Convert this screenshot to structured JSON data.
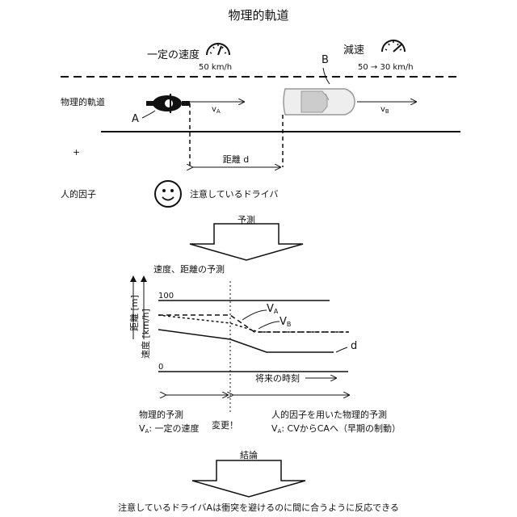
{
  "title": "物理的軌道",
  "scene": {
    "speed_a_label": "一定の速度",
    "speed_a_value": "50 km/h",
    "speed_b_label": "減速",
    "speed_b_value": "50 → 30 km/h",
    "vehicle_a_label": "A",
    "vehicle_b_label": "B",
    "row_label": "物理的軌道",
    "va_label": "v",
    "va_sub": "A",
    "vb_label": "v",
    "vb_sub": "B",
    "distance_label": "距離 d",
    "plus": "+",
    "human_factor_label": "人的因子",
    "driver_label": "注意しているドライバ"
  },
  "prediction_label": "予測",
  "chart": {
    "title": "速度、距離の予測",
    "ylabel_distance": "距離 [m]",
    "ylabel_speed": "速度 [km/h]",
    "tick_100": "100",
    "tick_0": "0",
    "xlabel": "将来の時刻",
    "series_va": "V",
    "series_va_sub": "A",
    "series_vb": "V",
    "series_vb_sub": "B",
    "series_d": "d",
    "left_caption_1": "物理的予測",
    "left_caption_2_prefix": "V",
    "left_caption_2_sub": "A",
    "left_caption_2_suffix": ": 一定の速度",
    "center_caption": "変更！",
    "right_caption_1": "人的因子を用いた物理的予測",
    "right_caption_2_prefix": "V",
    "right_caption_2_sub": "A",
    "right_caption_2_suffix": ": CVからCAへ（早期の制動）"
  },
  "chart_data": {
    "type": "line",
    "xlabel": "将来の時刻",
    "series": [
      {
        "name": "VA"
      },
      {
        "name": "VB"
      },
      {
        "name": "d"
      }
    ]
  },
  "conclusion_label": "結論",
  "conclusion_text": "注意しているドライバAは衝突を避けるのに間に合うように反応できる"
}
